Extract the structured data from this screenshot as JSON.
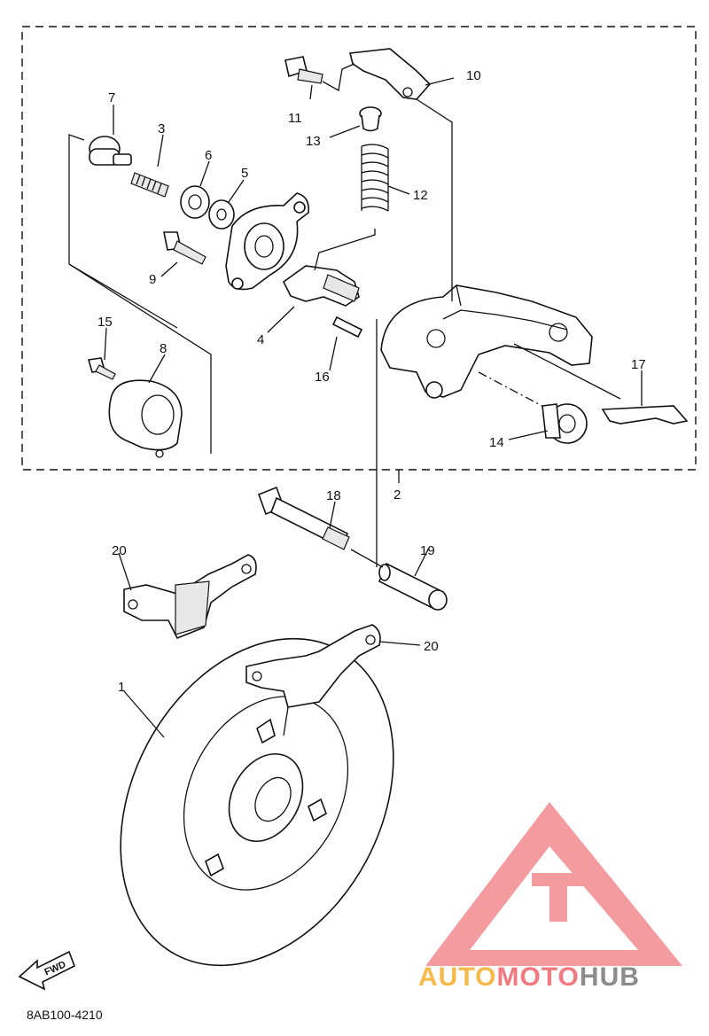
{
  "diagram": {
    "code": "8AB100-4210",
    "fwd_label": "FWD",
    "callouts": [
      {
        "id": "c1",
        "text": "1"
      },
      {
        "id": "c2",
        "text": "2"
      },
      {
        "id": "c3",
        "text": "3"
      },
      {
        "id": "c4",
        "text": "4"
      },
      {
        "id": "c5",
        "text": "5"
      },
      {
        "id": "c6",
        "text": "6"
      },
      {
        "id": "c7",
        "text": "7"
      },
      {
        "id": "c8",
        "text": "8"
      },
      {
        "id": "c9",
        "text": "9"
      },
      {
        "id": "c10",
        "text": "10"
      },
      {
        "id": "c11",
        "text": "11"
      },
      {
        "id": "c12",
        "text": "12"
      },
      {
        "id": "c13",
        "text": "13"
      },
      {
        "id": "c14",
        "text": "14"
      },
      {
        "id": "c15",
        "text": "15"
      },
      {
        "id": "c16",
        "text": "16"
      },
      {
        "id": "c17",
        "text": "17"
      },
      {
        "id": "c18",
        "text": "18"
      },
      {
        "id": "c19",
        "text": "19"
      },
      {
        "id": "c20a",
        "text": "20"
      },
      {
        "id": "c20b",
        "text": "20"
      }
    ]
  },
  "watermark": {
    "part1": "AUTO",
    "part2": "MOTO",
    "part3": "HUB",
    "logo_color": "#f07a80"
  }
}
